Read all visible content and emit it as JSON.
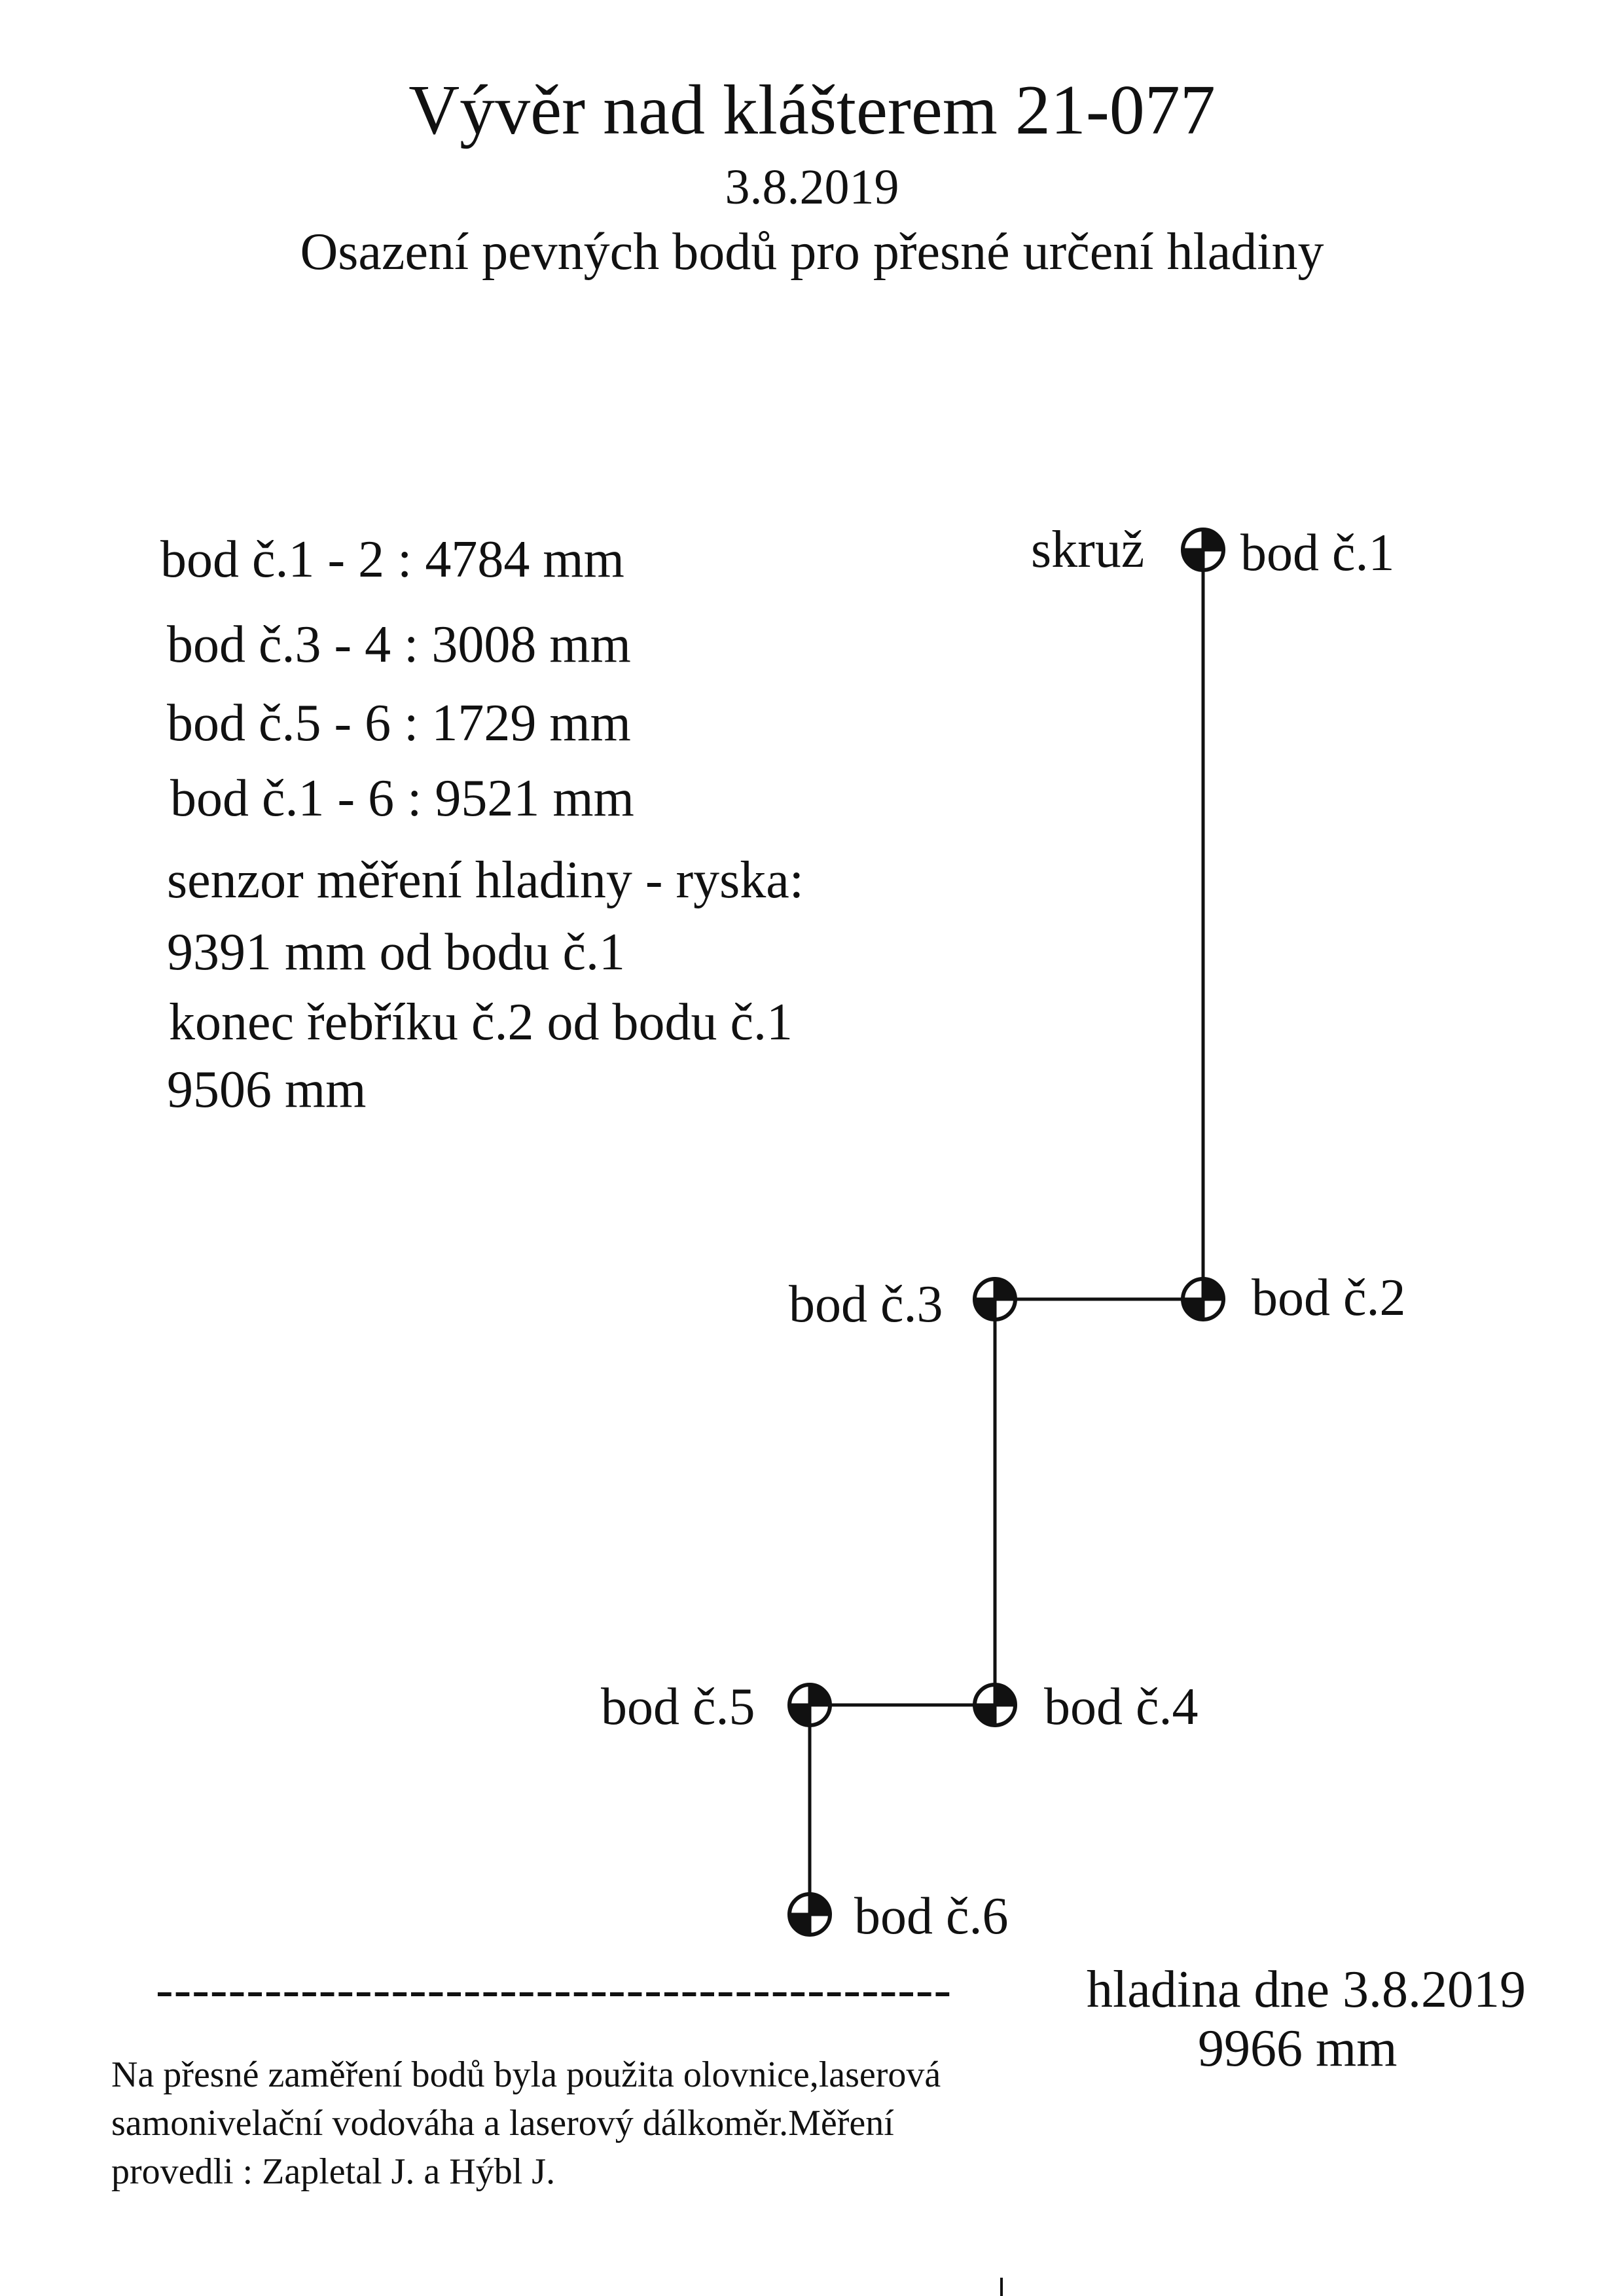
{
  "header": {
    "title": "Vývěr nad klášterem 21-077",
    "date": "3.8.2019",
    "subtitle": "Osazení pevných bodů pro přesné určení hladiny"
  },
  "measurements": [
    "bod č.1 - 2 : 4784 mm",
    "bod č.3 - 4 : 3008 mm",
    "bod č.5 - 6 : 1729 mm",
    "bod č.1 - 6 : 9521 mm",
    "senzor měření hladiny - ryska:",
    "9391 mm od bodu č.1",
    "konec řebříku č.2 od bodu č.1",
    "9506 mm"
  ],
  "diagram": {
    "skruz_label": "skruž",
    "points": [
      {
        "id": "1",
        "label": "bod č.1",
        "icon": "survey-target-icon"
      },
      {
        "id": "2",
        "label": "bod č.2",
        "icon": "survey-target-icon"
      },
      {
        "id": "3",
        "label": "bod č.3",
        "icon": "survey-target-icon"
      },
      {
        "id": "4",
        "label": "bod č.4",
        "icon": "survey-target-icon"
      },
      {
        "id": "5",
        "label": "bod č.5",
        "icon": "survey-target-icon"
      },
      {
        "id": "6",
        "label": "bod č.6",
        "icon": "survey-target-icon"
      }
    ],
    "water_level": {
      "dashes": "--------------------------------------------",
      "label": "hladina dne 3.8.2019",
      "value": "9966 mm"
    }
  },
  "footer_note": [
    "Na přesné zaměření bodů byla použita olovnice,laserová",
    "samonivelační vodováha a laserový dálkoměr.Měření",
    "provedli : Zapletal J. a Hýbl J."
  ]
}
